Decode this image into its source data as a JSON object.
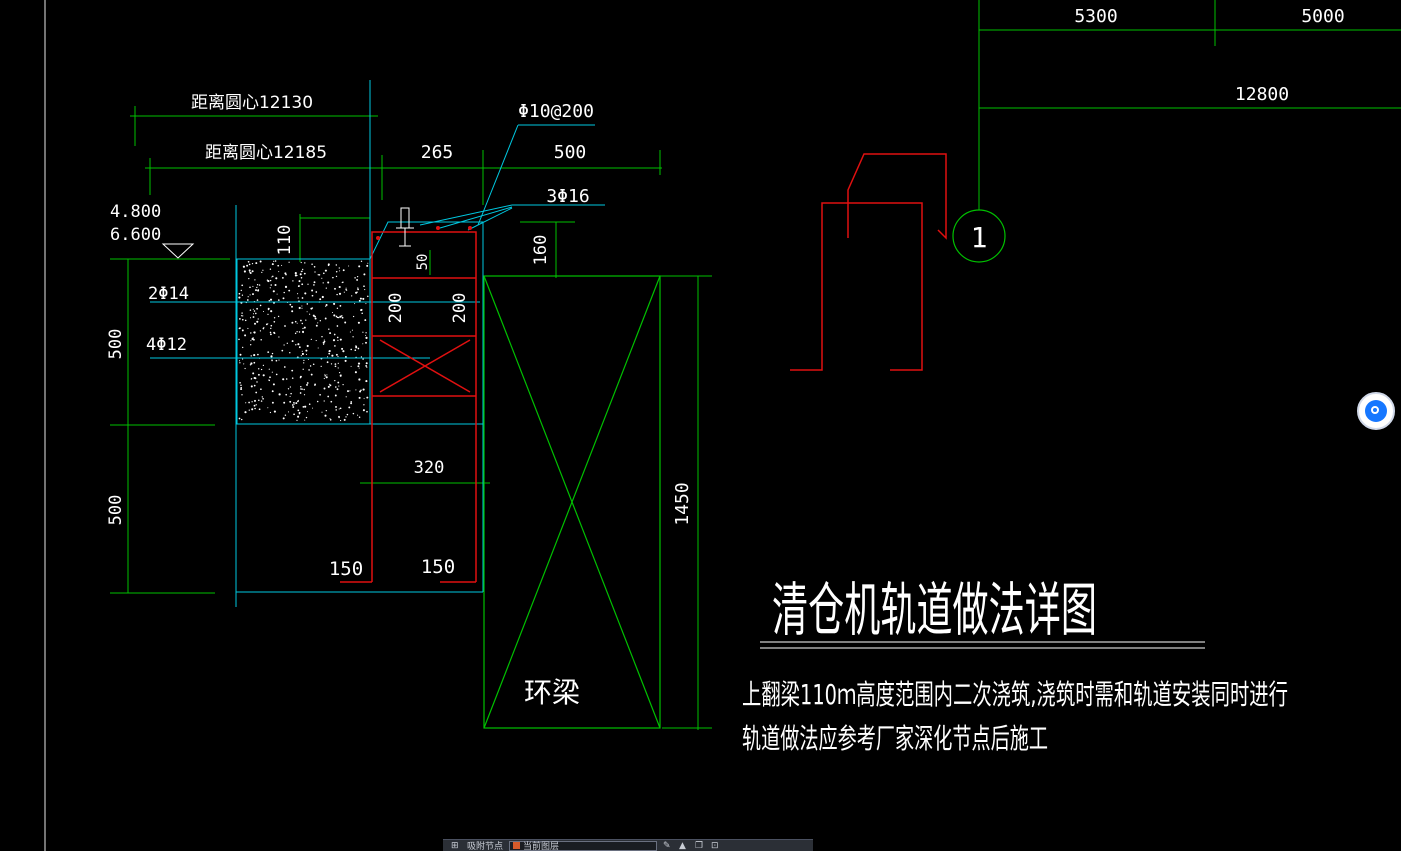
{
  "drawing": {
    "title": "清仓机轨道做法详图",
    "note_line1": "上翻梁110ｍ高度范围内二次浇筑,浇筑时需和轨道安装同时进行",
    "note_line2": "轨道做法应参考厂家深化节点后施工",
    "beam_label": "环梁",
    "grid_bubble": "1",
    "dims": {
      "top_5300": "5300",
      "top_5000": "5000",
      "top_12800": "12800",
      "dist_12130": "距离圆心12130",
      "dist_12185": "距离圆心12185",
      "d265": "265",
      "d500_top": "500",
      "rebar_phi10": "Φ10@200",
      "rebar_3phi16": "3Φ16",
      "elev_4800": "4.800",
      "elev_6600": "6.600",
      "d110": "110",
      "d50": "50",
      "d160": "160",
      "rebar_2phi14": "2Φ14",
      "rebar_4phi12": "4Φ12",
      "d200_a": "200",
      "d200_b": "200",
      "d500_left_a": "500",
      "d500_left_b": "500",
      "d320": "320",
      "d150_a": "150",
      "d150_b": "150",
      "d1450": "1450"
    }
  },
  "status_bar": {
    "left_text": "吸附节点",
    "field_text": "当前图层"
  },
  "colors": {
    "background": "#000000",
    "dimension": "#00c000",
    "structure": "#00c8e0",
    "rebar": "#e01010",
    "text": "#ffffff"
  }
}
